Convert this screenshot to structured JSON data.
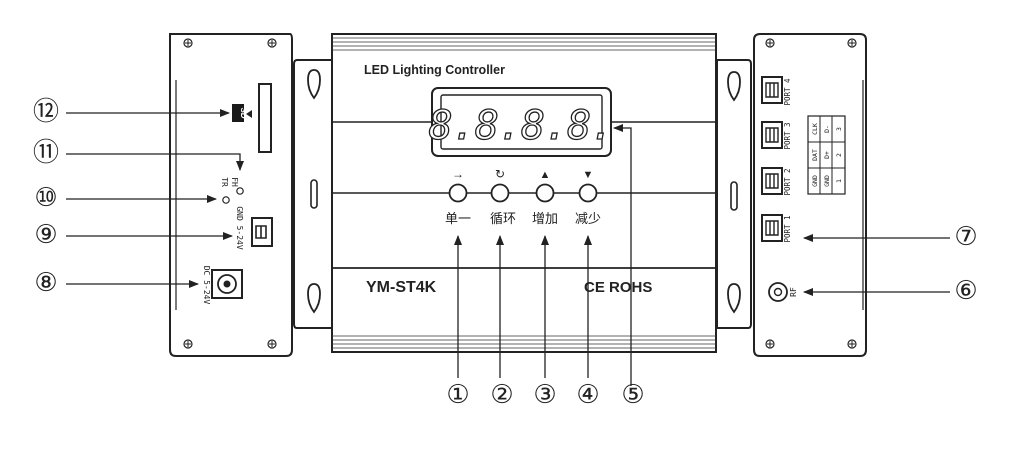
{
  "device": {
    "title": "LED Lighting Controller",
    "display_text": "8.8.8.8.",
    "model": "YM-ST4K",
    "cert": "CE ROHS",
    "button_icons": [
      "→",
      "↻",
      "▲",
      "▼"
    ],
    "buttons": [
      "单一",
      "循环",
      "增加",
      "减少"
    ]
  },
  "left_panel": {
    "sd_label": "SD",
    "fh_label": "FH",
    "tr_label": "TR",
    "power_terminal_label": "GND 5-24V",
    "dc_jack_label": "DC 5-24V"
  },
  "right_panel": {
    "ports": [
      "PORT 4",
      "PORT 3",
      "PORT 2",
      "PORT 1"
    ],
    "pin_table": [
      [
        "CLK",
        "D-",
        "3"
      ],
      [
        "DAT",
        "D+",
        "2"
      ],
      [
        "GND",
        "GND",
        "1"
      ]
    ],
    "rf_label": "RF"
  },
  "callouts": [
    "①",
    "②",
    "③",
    "④",
    "⑤",
    "⑥",
    "⑦",
    "⑧",
    "⑨",
    "⑩",
    "⑪",
    "⑫"
  ],
  "colors": {
    "ink": "#222222",
    "panel_fill": "#ffffff",
    "label_bg": "#1a1a1a"
  }
}
